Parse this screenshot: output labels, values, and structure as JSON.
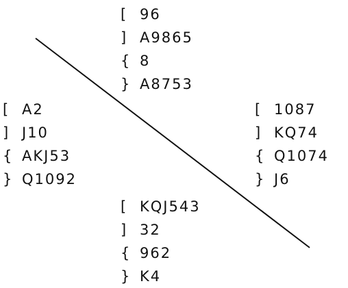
{
  "hands": {
    "north": [
      {
        "symbol": "[",
        "cards": "96"
      },
      {
        "symbol": "]",
        "cards": "A9865"
      },
      {
        "symbol": "{",
        "cards": "8"
      },
      {
        "symbol": "}",
        "cards": "A8753"
      }
    ],
    "west": [
      {
        "symbol": "[",
        "cards": "A2"
      },
      {
        "symbol": "]",
        "cards": "J10"
      },
      {
        "symbol": "{",
        "cards": "AKJ53"
      },
      {
        "symbol": "}",
        "cards": "Q1092"
      }
    ],
    "east": [
      {
        "symbol": "[",
        "cards": "1087"
      },
      {
        "symbol": "]",
        "cards": "KQ74"
      },
      {
        "symbol": "{",
        "cards": "Q1074"
      },
      {
        "symbol": "}",
        "cards": "J6"
      }
    ],
    "south": [
      {
        "symbol": "[",
        "cards": "KQJ543"
      },
      {
        "symbol": "]",
        "cards": "32"
      },
      {
        "symbol": "{",
        "cards": "962"
      },
      {
        "symbol": "}",
        "cards": "K4"
      }
    ]
  }
}
